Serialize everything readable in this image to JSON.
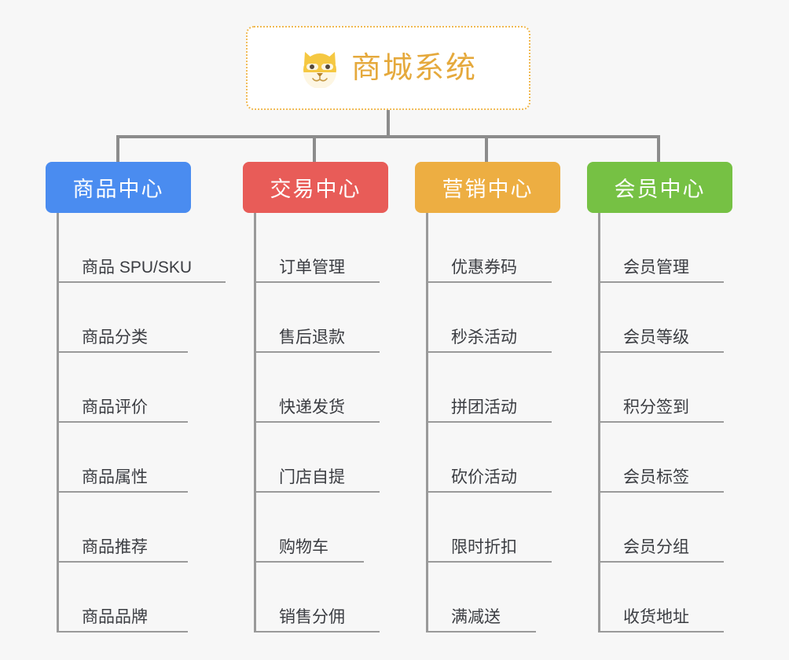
{
  "root": {
    "icon": "shiba-dog-face-emoji",
    "title": "商城系统",
    "border_color": "#f0b952",
    "title_color": "#e5a93c"
  },
  "connector_color": "#8c8c8c",
  "background_color": "#f7f7f7",
  "categories": [
    {
      "label": "商品中心",
      "color": "#4a8cf0",
      "items": [
        "商品 SPU/SKU",
        "商品分类",
        "商品评价",
        "商品属性",
        "商品推荐",
        "商品品牌"
      ]
    },
    {
      "label": "交易中心",
      "color": "#e85c58",
      "items": [
        "订单管理",
        "售后退款",
        "快递发货",
        "门店自提",
        "购物车",
        "销售分佣"
      ]
    },
    {
      "label": "营销中心",
      "color": "#edae42",
      "items": [
        "优惠券码",
        "秒杀活动",
        "拼团活动",
        "砍价活动",
        "限时折扣",
        "满减送"
      ]
    },
    {
      "label": "会员中心",
      "color": "#76c144",
      "items": [
        "会员管理",
        "会员等级",
        "积分签到",
        "会员标签",
        "会员分组",
        "收货地址"
      ]
    }
  ]
}
